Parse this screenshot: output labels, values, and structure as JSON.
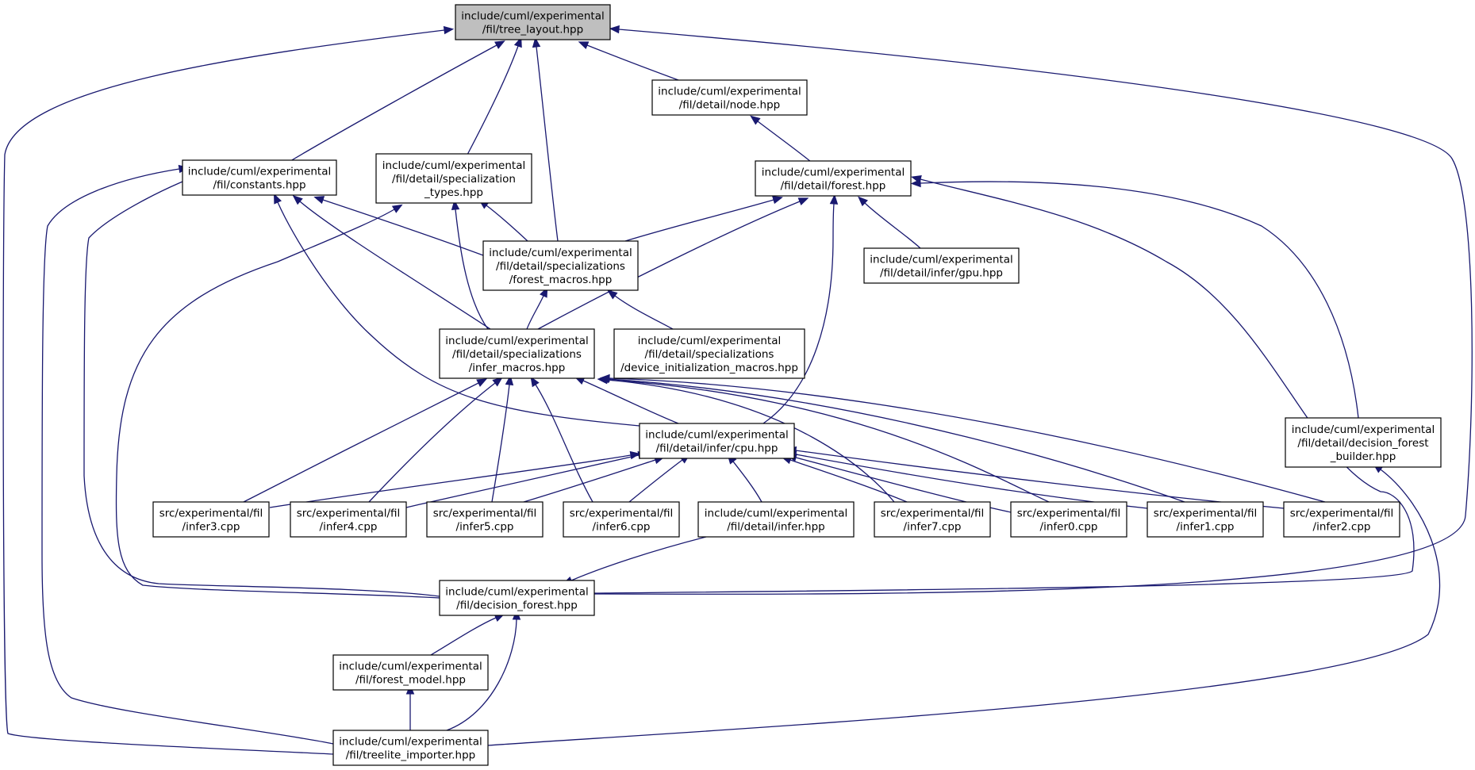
{
  "nodes": {
    "tree_layout": [
      "include/cuml/experimental",
      "/fil/tree_layout.hpp"
    ],
    "constants": [
      "include/cuml/experimental",
      "/fil/constants.hpp"
    ],
    "spec_types": [
      "include/cuml/experimental",
      "/fil/detail/specialization",
      "_types.hpp"
    ],
    "node": [
      "include/cuml/experimental",
      "/fil/detail/node.hpp"
    ],
    "forest": [
      "include/cuml/experimental",
      "/fil/detail/forest.hpp"
    ],
    "forest_macros": [
      "include/cuml/experimental",
      "/fil/detail/specializations",
      "/forest_macros.hpp"
    ],
    "gpu": [
      "include/cuml/experimental",
      "/fil/detail/infer/gpu.hpp"
    ],
    "infer_macros": [
      "include/cuml/experimental",
      "/fil/detail/specializations",
      "/infer_macros.hpp"
    ],
    "device_init": [
      "include/cuml/experimental",
      "/fil/detail/specializations",
      "/device_initialization_macros.hpp"
    ],
    "cpu": [
      "include/cuml/experimental",
      "/fil/detail/infer/cpu.hpp"
    ],
    "dfb": [
      "include/cuml/experimental",
      "/fil/detail/decision_forest",
      "_builder.hpp"
    ],
    "infer3": [
      "src/experimental/fil",
      "/infer3.cpp"
    ],
    "infer4": [
      "src/experimental/fil",
      "/infer4.cpp"
    ],
    "infer5": [
      "src/experimental/fil",
      "/infer5.cpp"
    ],
    "infer6": [
      "src/experimental/fil",
      "/infer6.cpp"
    ],
    "infer_hpp": [
      "include/cuml/experimental",
      "/fil/detail/infer.hpp"
    ],
    "infer7": [
      "src/experimental/fil",
      "/infer7.cpp"
    ],
    "infer0": [
      "src/experimental/fil",
      "/infer0.cpp"
    ],
    "infer1": [
      "src/experimental/fil",
      "/infer1.cpp"
    ],
    "infer2": [
      "src/experimental/fil",
      "/infer2.cpp"
    ],
    "decision_forest": [
      "include/cuml/experimental",
      "/fil/decision_forest.hpp"
    ],
    "forest_model": [
      "include/cuml/experimental",
      "/fil/forest_model.hpp"
    ],
    "treelite": [
      "include/cuml/experimental",
      "/fil/treelite_importer.hpp"
    ]
  },
  "colors": {
    "edge": "#191970",
    "root_fill": "#bfbfbf",
    "node_border": "#000000"
  }
}
